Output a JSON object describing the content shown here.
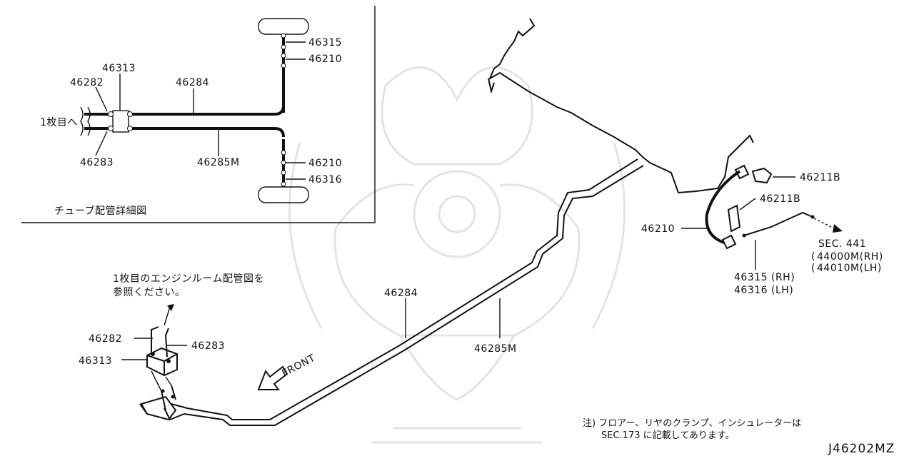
{
  "inset": {
    "title": "チューブ配管詳細図",
    "to_page1": "1枚目へ",
    "labels": {
      "p46313": "46313",
      "p46282": "46282",
      "p46283": "46283",
      "p46284": "46284",
      "p46285m": "46285M",
      "p46315": "46315",
      "p46210_top": "46210",
      "p46210_bot": "46210",
      "p46316": "46316"
    }
  },
  "main": {
    "ref_note_line1": "1枚目のエンジンルーム配管図を",
    "ref_note_line2": "参照ください。",
    "front": "FRONT",
    "labels": {
      "p46282": "46282",
      "p46283": "46283",
      "p46313": "46313",
      "p46284": "46284",
      "p46285m": "46285M",
      "p46211b_a": "46211B",
      "p46211b_b": "46211B",
      "p46210": "46210",
      "p46315_rh": "46315 (RH)",
      "p46316_lh": "46316 (LH)",
      "sec441": "SEC. 441",
      "p44000m": "44000M(RH)",
      "p44010m": "44010M(LH)"
    },
    "footnote_line1": "注) フロアー、リヤのクランプ、インシュレーターは",
    "footnote_line2": "SEC.173 に記載してあります。",
    "diagram_code": "J46202MZ"
  }
}
